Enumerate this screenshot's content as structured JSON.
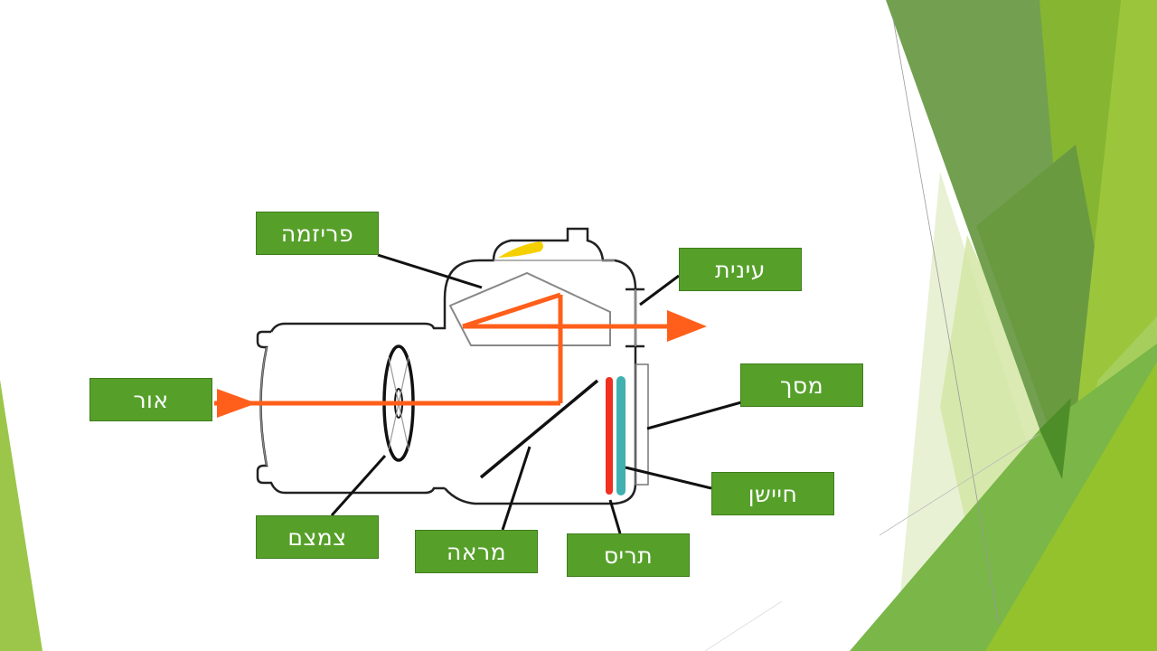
{
  "slide": {
    "background": "#ffffff",
    "accent_colors": {
      "label_fill": "#56a02a",
      "label_border": "#3f7d1c",
      "light_ray": "#ff5f1a",
      "sensor_red": "#f03020",
      "sensor_teal": "#40b0b0",
      "shutter_button": "#f5d000"
    }
  },
  "diagram": {
    "title_subject": "DSLR camera cross-section",
    "labels": {
      "prism": "פריזמה",
      "eyepiece": "עינית",
      "screen": "מסך",
      "sensor": "חיישן",
      "shutter": "תריס",
      "mirror": "מראה",
      "aperture": "צמצם",
      "light": "אור"
    }
  }
}
